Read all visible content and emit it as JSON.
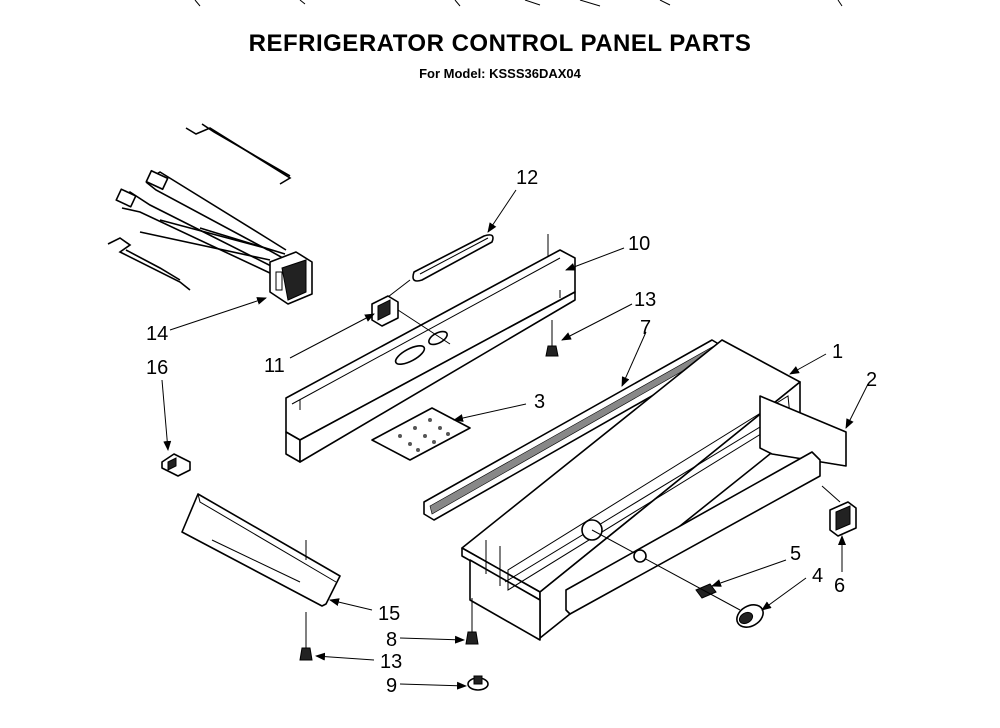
{
  "header": {
    "title": "REFRIGERATOR CONTROL PANEL PARTS",
    "subtitle": "For Model: KSSS36DAX04"
  },
  "callouts": [
    "1",
    "2",
    "3",
    "4",
    "5",
    "6",
    "7",
    "8",
    "9",
    "10",
    "11",
    "12",
    "13",
    "13",
    "14",
    "15",
    "16"
  ]
}
